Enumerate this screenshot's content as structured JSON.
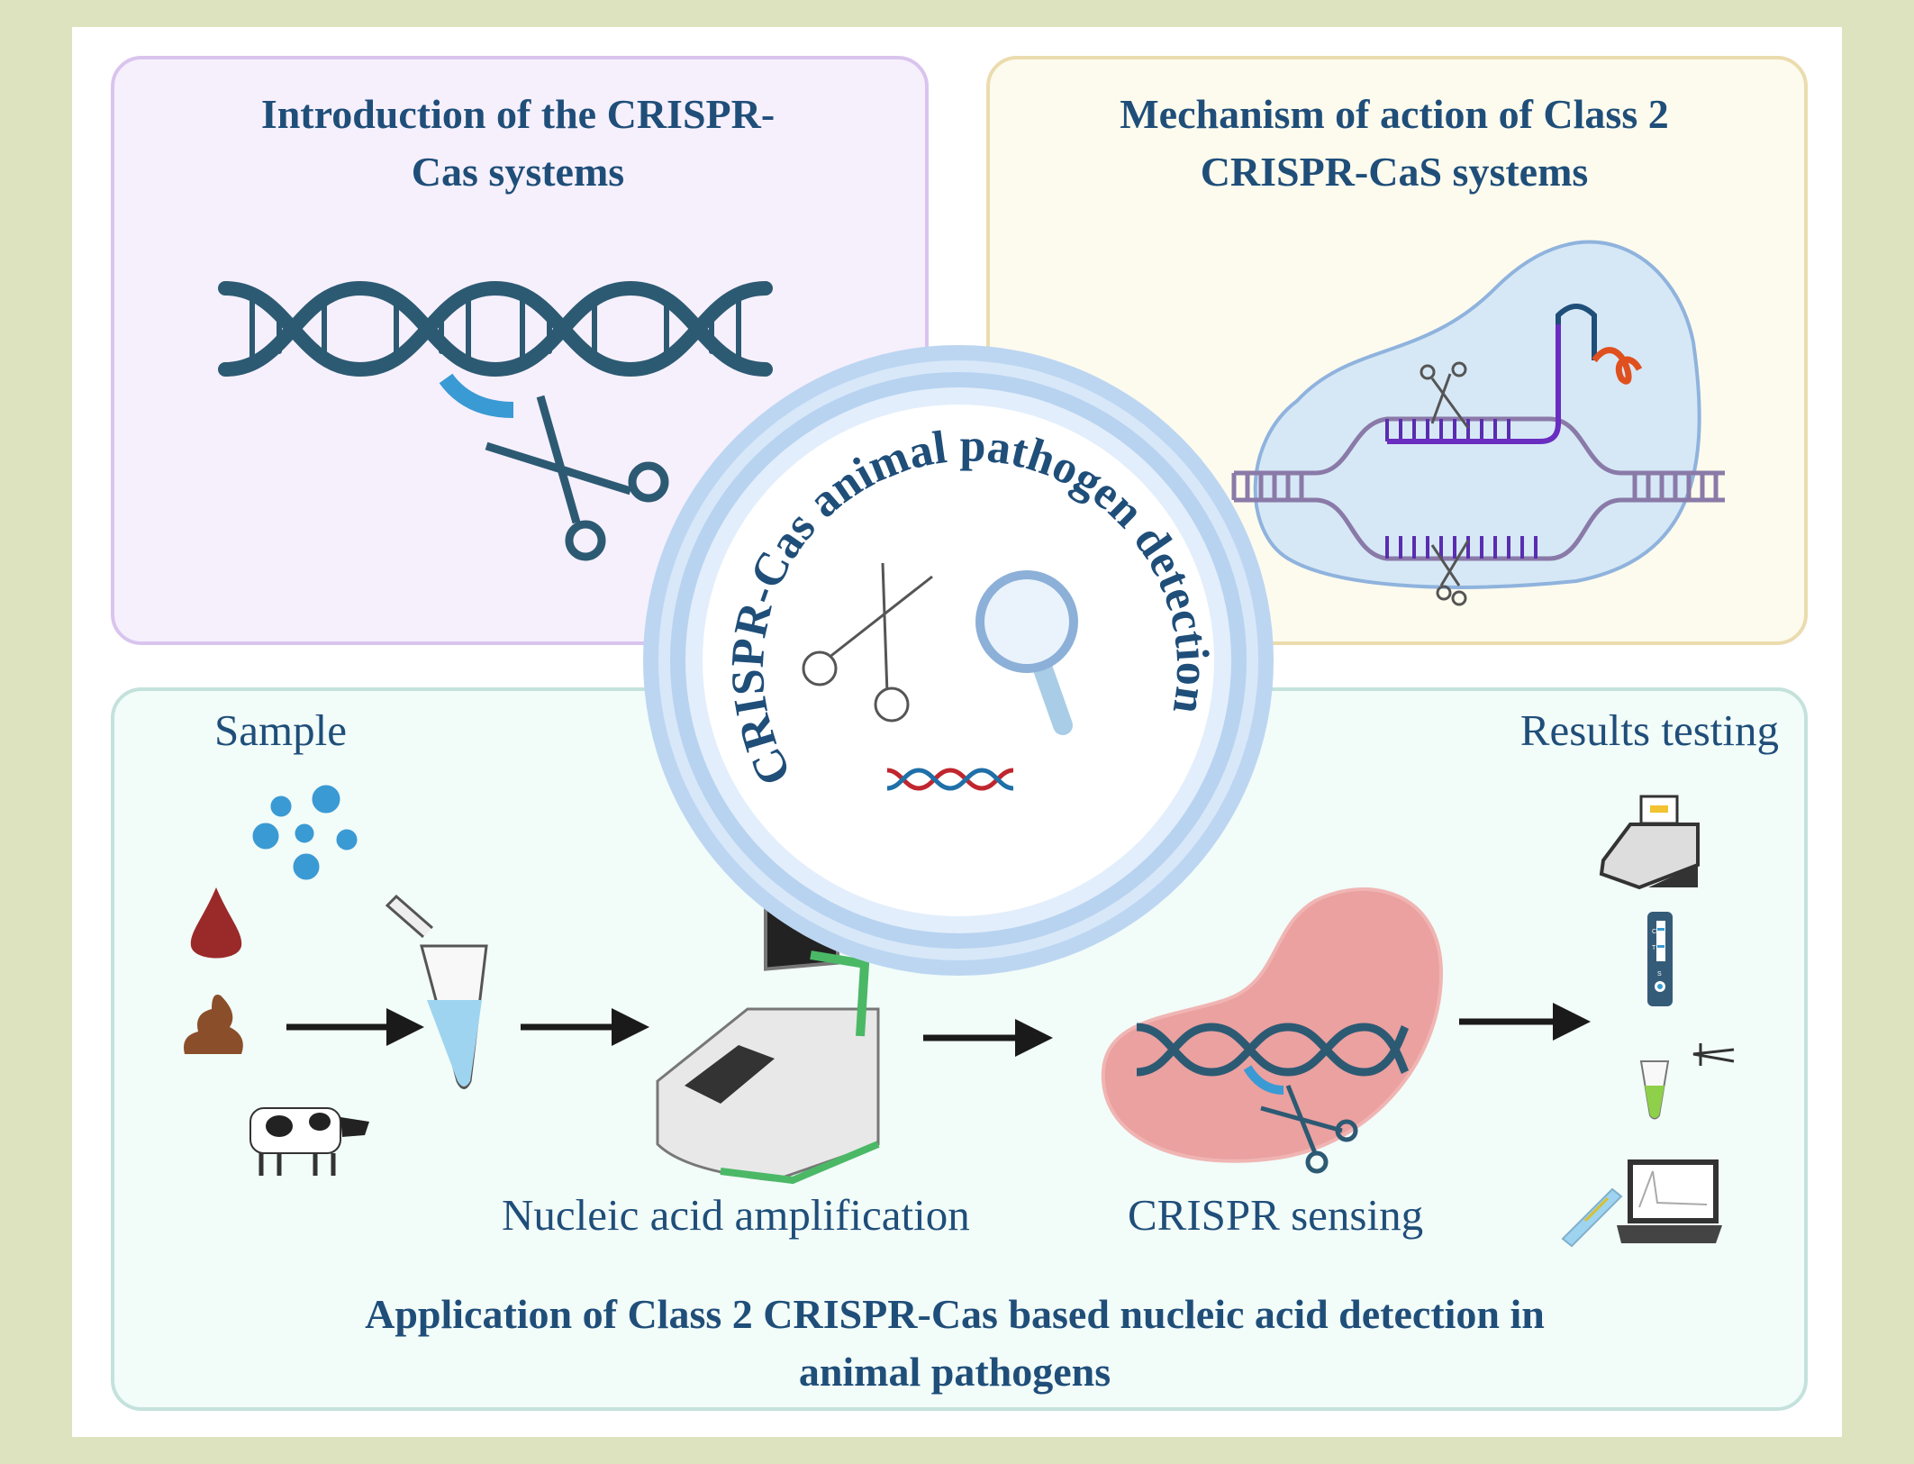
{
  "panels": {
    "introduction": {
      "title_line1": "Introduction of the CRISPR-",
      "title_line2": "Cas systems"
    },
    "mechanism": {
      "title_line1": "Mechanism of action of Class 2",
      "title_line2": "CRISPR-CaS systems"
    },
    "application": {
      "title_line1": "Application of Class 2 CRISPR-Cas based nucleic acid detection in",
      "title_line2": "animal pathogens",
      "steps": {
        "sample": "Sample",
        "amplification": "Nucleic acid amplification",
        "sensing": "CRISPR sensing",
        "results": "Results testing"
      },
      "test_cassette": {
        "control": "C",
        "test": "T",
        "sample": "S"
      }
    }
  },
  "center": {
    "title": "CRISPR-Cas animal pathogen detection"
  },
  "colors": {
    "text": "#1f4e79",
    "dna": "#2d5a73",
    "cas": "#3a9ad4",
    "background": "#dde2bf"
  }
}
